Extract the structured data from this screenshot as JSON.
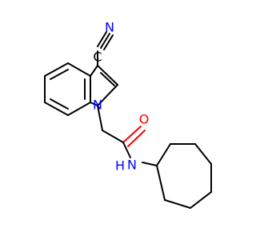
{
  "diagram": {
    "atoms": {
      "nitrile_c": "C",
      "nitrile_n": "N",
      "indole_n": "N",
      "carbonyl_o": "O",
      "amide_n": "N",
      "amide_h": "H"
    },
    "colors": {
      "bond": "#000000",
      "nitrogen": "#0000ff",
      "oxygen": "#ff0000",
      "background": "#ffffff"
    }
  }
}
